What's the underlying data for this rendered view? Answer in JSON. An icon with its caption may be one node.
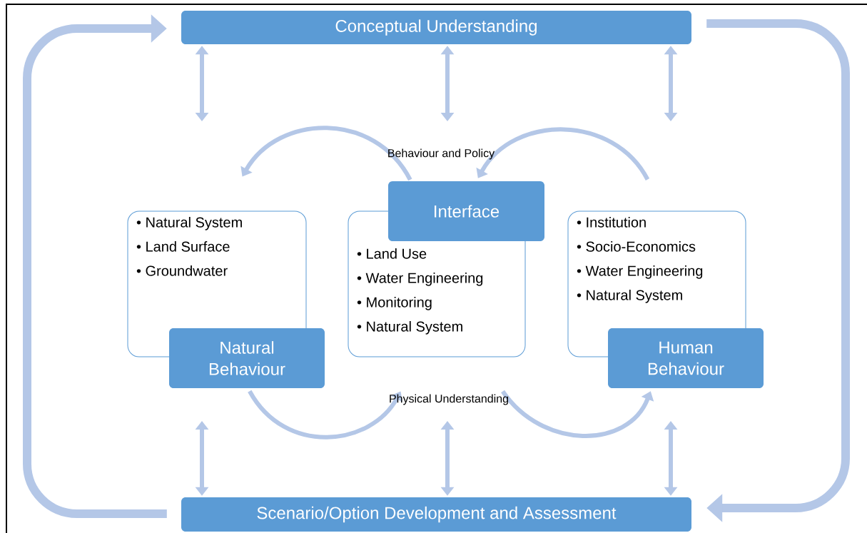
{
  "diagram": {
    "nodes": [
      {
        "text": [
          "Conceptual Understanding"
        ]
      },
      {
        "text": [
          "Interface"
        ]
      },
      {
        "text": [
          "• Natural System",
          "• Land Surface",
          "• Groundwater"
        ]
      },
      {
        "text": [
          "• Land Use",
          "• Water Engineering",
          "• Monitoring",
          "• Natural System"
        ]
      },
      {
        "text": [
          "• Institution",
          "• Socio-Economics",
          "• Water Engineering",
          "• Natural System"
        ]
      },
      {
        "text": [
          "Natural Behaviour"
        ]
      },
      {
        "text": [
          "Human Behaviour"
        ]
      },
      {
        "text": [
          "Scenario/Option Development and Assessment"
        ]
      }
    ],
    "edges": [
      {
        "from": 0,
        "to": null,
        "arrow": "both"
      },
      {
        "from": 0,
        "to": null,
        "arrow": "both"
      },
      {
        "from": 0,
        "to": null,
        "arrow": "both"
      },
      {
        "from": null,
        "to": 7,
        "arrow": "both"
      },
      {
        "from": null,
        "to": 7,
        "arrow": "both"
      },
      {
        "from": null,
        "to": 7,
        "arrow": "both"
      },
      {
        "from": 1,
        "to": 2,
        "arrow": "to"
      },
      {
        "from": 4,
        "to": 1,
        "arrow": "to"
      },
      {
        "from": 5,
        "to": 3,
        "arrow": "to"
      },
      {
        "from": 3,
        "to": 6,
        "arrow": "to"
      },
      {
        "from": 7,
        "to": 0,
        "arrow": "to",
        "style": "thick"
      },
      {
        "from": 0,
        "to": 7,
        "arrow": "to",
        "style": "thick"
      }
    ],
    "labels": [
      "Behaviour and Policy",
      "Physical Understanding"
    ]
  }
}
